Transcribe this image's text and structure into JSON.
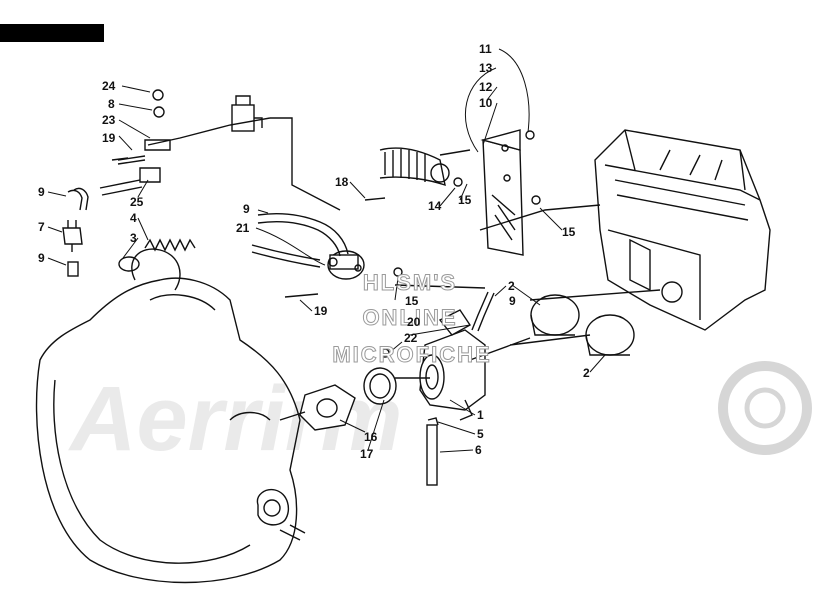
{
  "watermark": {
    "lines": [
      "HLSM'S",
      "ONLINE",
      "MICROFICHE"
    ],
    "logo": "Aerrirm"
  },
  "callouts": [
    {
      "id": "c24",
      "label": "24"
    },
    {
      "id": "c8",
      "label": "8"
    },
    {
      "id": "c23",
      "label": "23"
    },
    {
      "id": "c19a",
      "label": "19"
    },
    {
      "id": "c9a",
      "label": "9"
    },
    {
      "id": "c7",
      "label": "7"
    },
    {
      "id": "c9b",
      "label": "9"
    },
    {
      "id": "c25",
      "label": "25"
    },
    {
      "id": "c4",
      "label": "4"
    },
    {
      "id": "c3",
      "label": "3"
    },
    {
      "id": "c9c",
      "label": "9"
    },
    {
      "id": "c21",
      "label": "21"
    },
    {
      "id": "c18",
      "label": "18"
    },
    {
      "id": "c11",
      "label": "11"
    },
    {
      "id": "c13",
      "label": "13"
    },
    {
      "id": "c12",
      "label": "12"
    },
    {
      "id": "c10",
      "label": "10"
    },
    {
      "id": "c14",
      "label": "14"
    },
    {
      "id": "c15a",
      "label": "15"
    },
    {
      "id": "c15b",
      "label": "15"
    },
    {
      "id": "c15c",
      "label": "15"
    },
    {
      "id": "c19b",
      "label": "19"
    },
    {
      "id": "c2a",
      "label": "2"
    },
    {
      "id": "c9d",
      "label": "9"
    },
    {
      "id": "c2b",
      "label": "2"
    },
    {
      "id": "c20",
      "label": "20"
    },
    {
      "id": "c22",
      "label": "22"
    },
    {
      "id": "c1",
      "label": "1"
    },
    {
      "id": "c5",
      "label": "5"
    },
    {
      "id": "c6",
      "label": "6"
    },
    {
      "id": "c16",
      "label": "16"
    },
    {
      "id": "c17",
      "label": "17"
    }
  ]
}
